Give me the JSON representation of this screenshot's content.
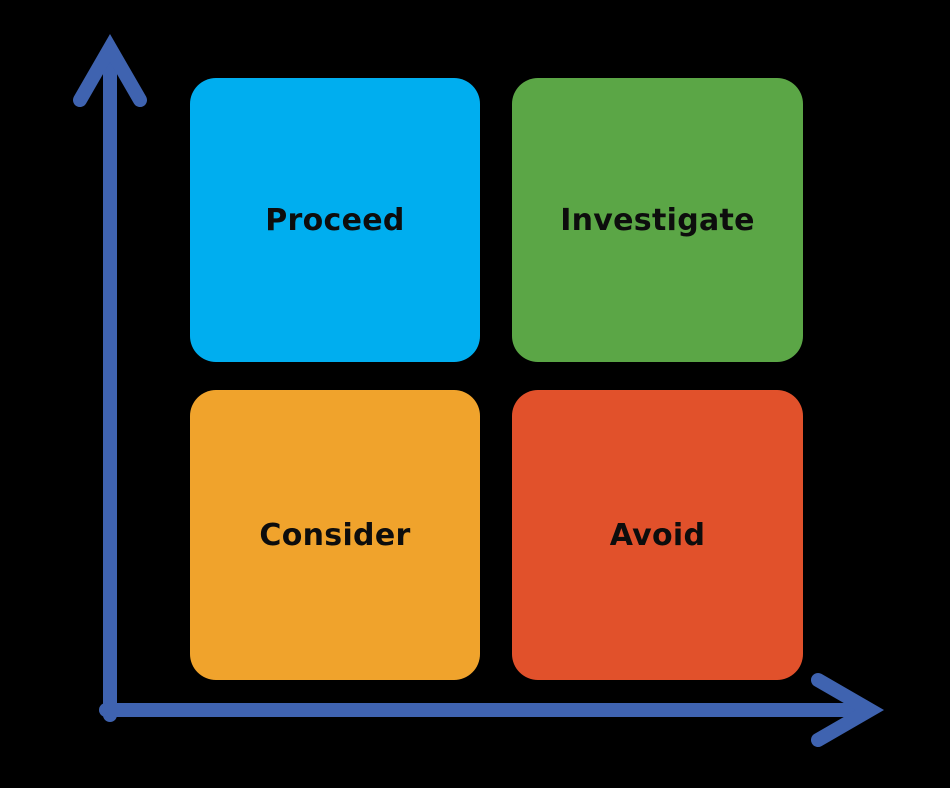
{
  "diagram": {
    "type": "quadrant-matrix",
    "background_color": "#000000",
    "text_color": "#0d0d0d",
    "quadrants": [
      {
        "position": "top-left",
        "label": "Proceed",
        "color": "#00AEEF"
      },
      {
        "position": "top-right",
        "label": "Investigate",
        "color": "#5BA646"
      },
      {
        "position": "bottom-left",
        "label": "Consider",
        "color": "#F0A32C"
      },
      {
        "position": "bottom-right",
        "label": "Avoid",
        "color": "#E1512B"
      }
    ],
    "axes": {
      "color": "#3F63B0",
      "x_label": "",
      "y_label": ""
    }
  }
}
